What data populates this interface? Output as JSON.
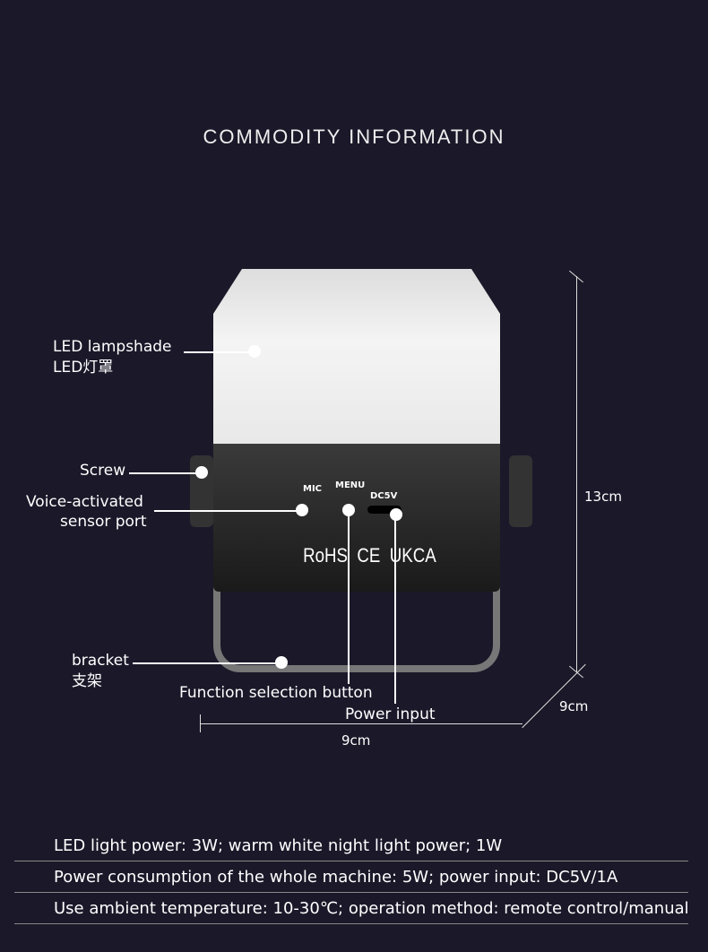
{
  "title": "COMMODITY INFORMATION",
  "labels": {
    "lampshade": "LED lampshade",
    "lampshade_cn": "LED灯罩",
    "screw": "Screw",
    "voice1": "Voice-activated",
    "voice2": "sensor port",
    "bracket": "bracket",
    "bracket_cn": "支架",
    "function": "Function selection button",
    "power": "Power input"
  },
  "device": {
    "mic": "MIC",
    "menu": "MENU",
    "dc": "DC5V",
    "certs": "RoHS  CE  UKCA"
  },
  "dimensions": {
    "height": "13cm",
    "depth": "9cm",
    "width": "9cm"
  },
  "specs": [
    "LED light power: 3W; warm white night light power; 1W",
    "Power consumption of the whole machine: 5W; power input: DC5V/1A",
    "Use ambient temperature: 10-30℃; operation method: remote control/manual"
  ]
}
